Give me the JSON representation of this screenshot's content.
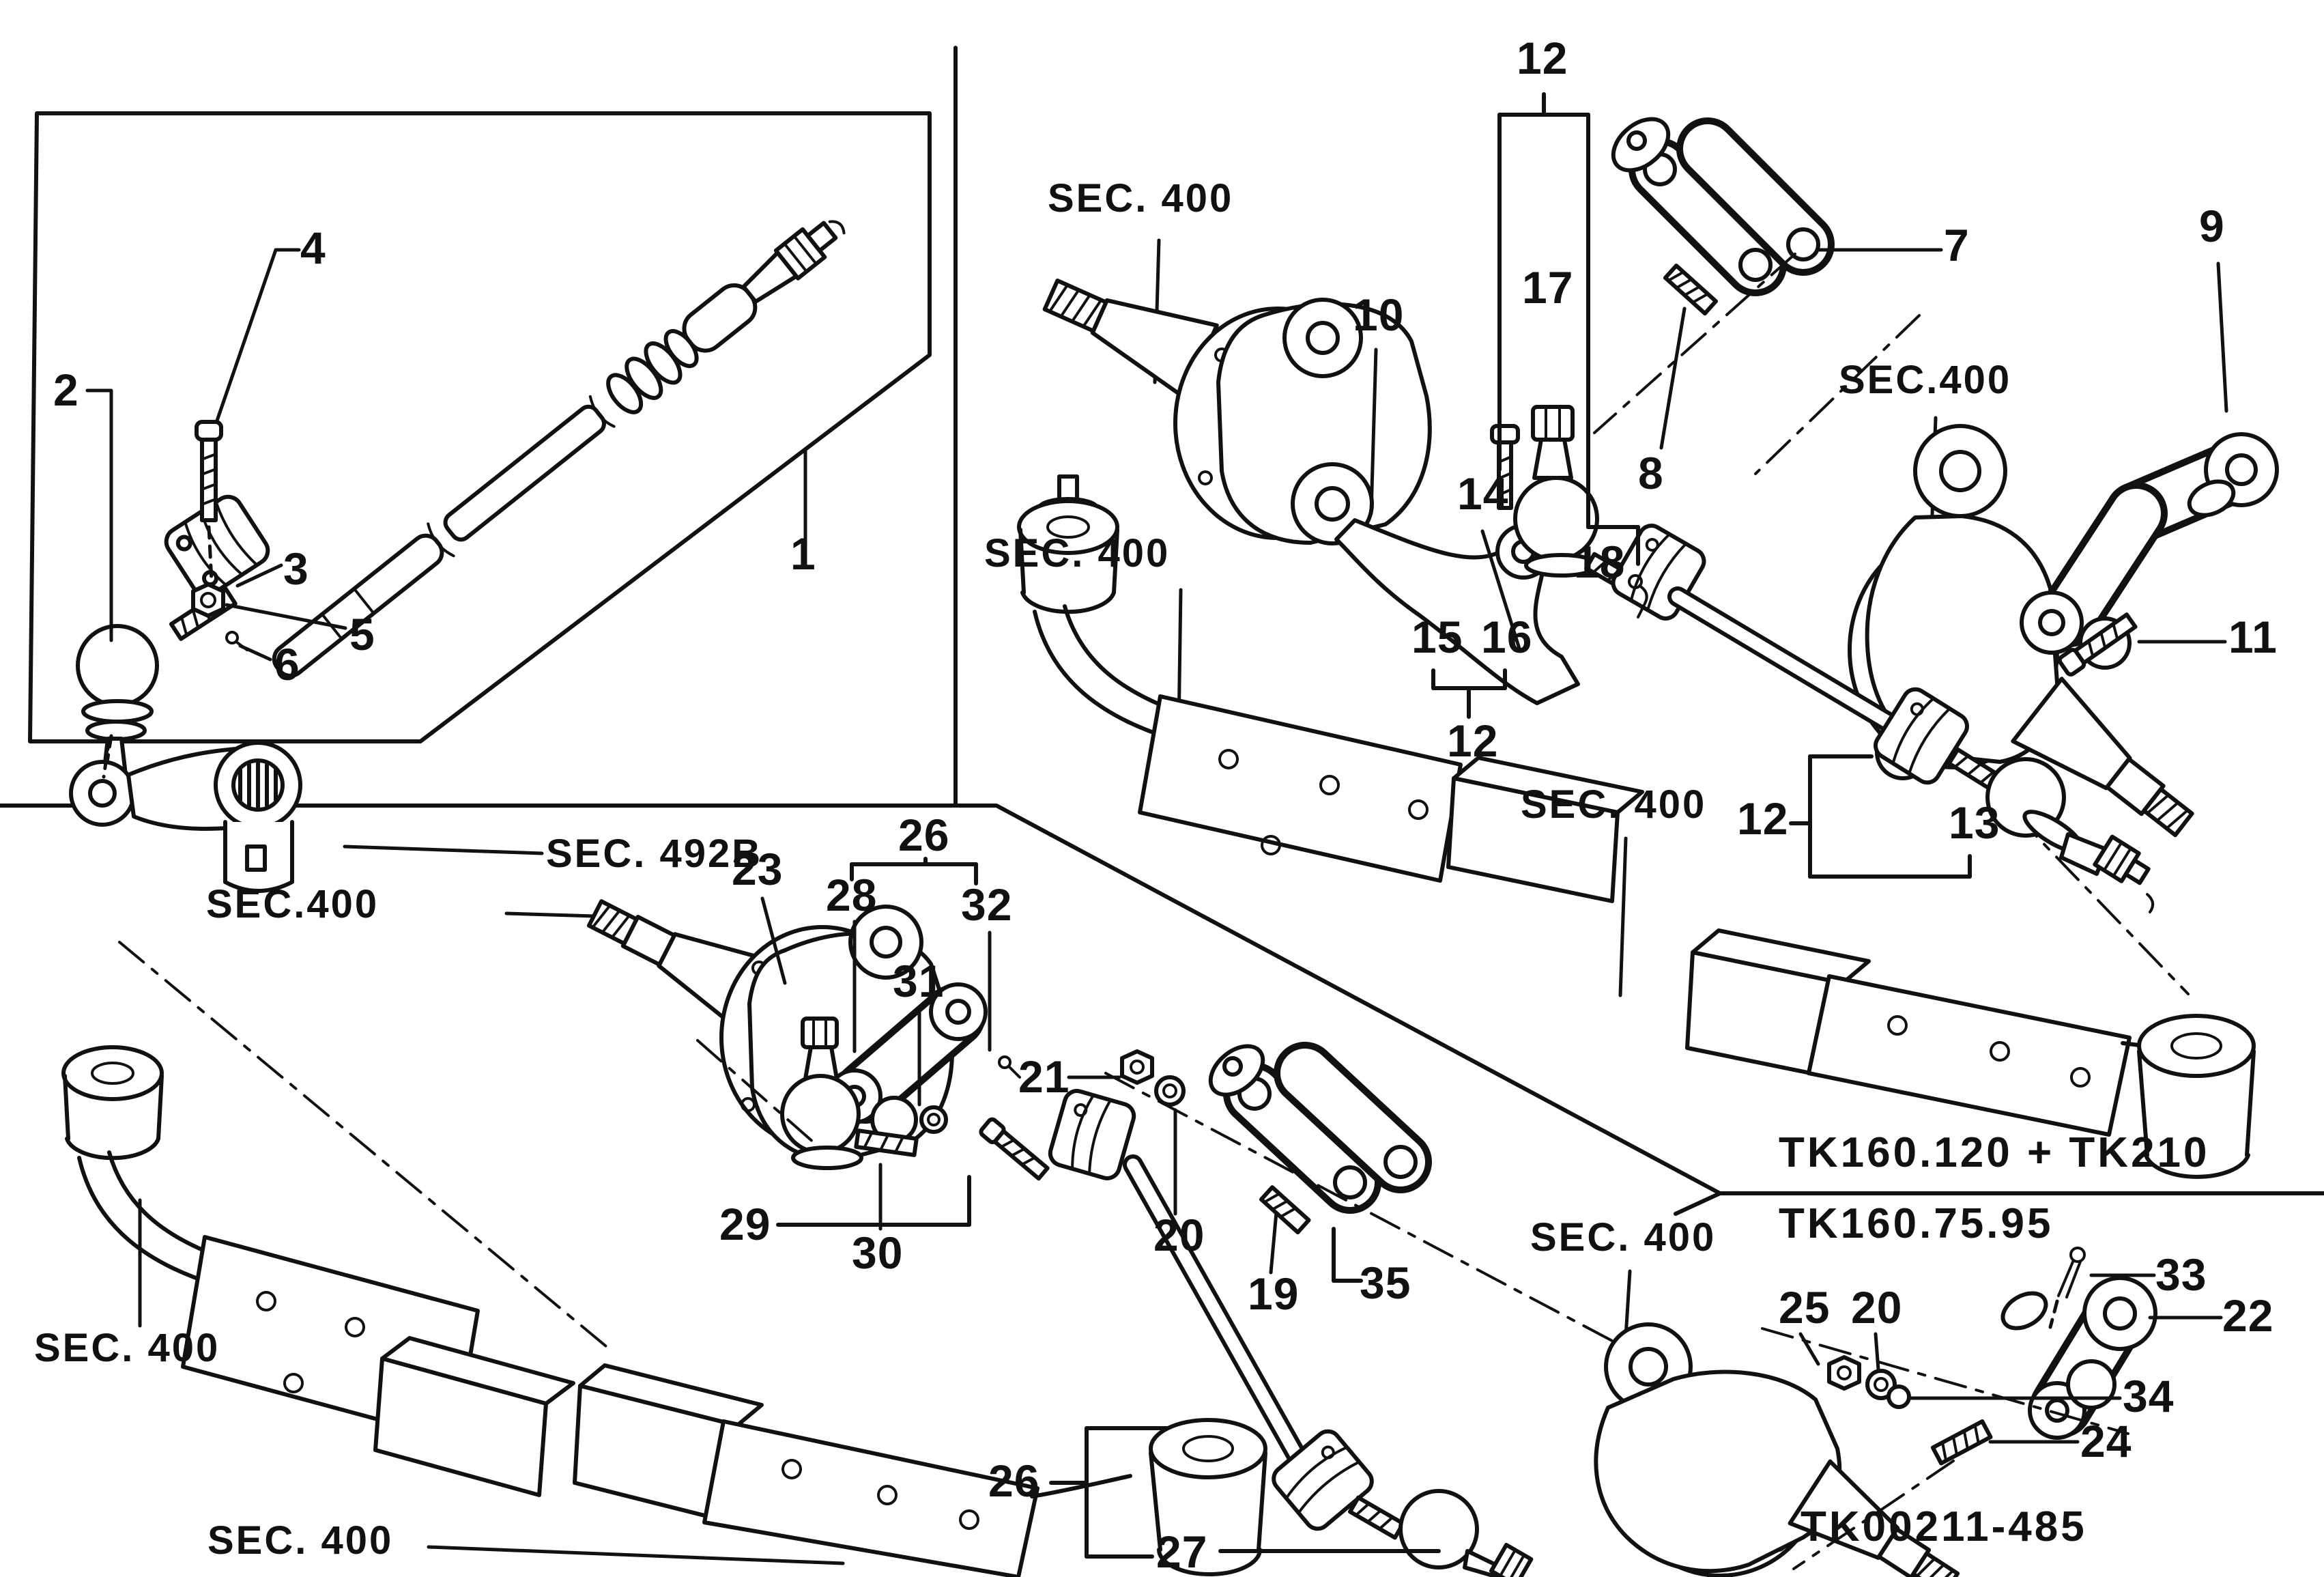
{
  "figure": {
    "type": "exploded-parts-diagram",
    "ink_color": "#111111",
    "background_color": "#ffffff"
  },
  "codes": {
    "top": "TK160.120 + TK210",
    "middle": "TK160.75.95",
    "bottom": "TK00211-485"
  },
  "section_labels": {
    "s1": "SEC. 400",
    "s2": "SEC. 400",
    "s3": "SEC.400",
    "s4": "SEC. 400",
    "s5": "SEC.400",
    "s6": "SEC. 400",
    "s7": "SEC. 400",
    "s8": "SEC. 400",
    "pitman": "SEC. 492B"
  },
  "callouts": {
    "c1": "1",
    "c2": "2",
    "c3": "3",
    "c4": "4",
    "c5": "5",
    "c6": "6",
    "c7": "7",
    "c8": "8",
    "c9": "9",
    "c10": "10",
    "c11": "11",
    "c12a": "12",
    "c12b": "12",
    "c12c": "12",
    "c13": "13",
    "c14": "14",
    "c15": "15",
    "c16": "16",
    "c17": "17",
    "c18": "18",
    "c19": "19",
    "c20a": "20",
    "c20b": "20",
    "c21": "21",
    "c22": "22",
    "c23": "23",
    "c24": "24",
    "c25": "25",
    "c26a": "26",
    "c26b": "26",
    "c27": "27",
    "c28": "28",
    "c29": "29",
    "c30": "30",
    "c31": "31",
    "c32": "32",
    "c33": "33",
    "c34": "34",
    "c35": "35"
  }
}
